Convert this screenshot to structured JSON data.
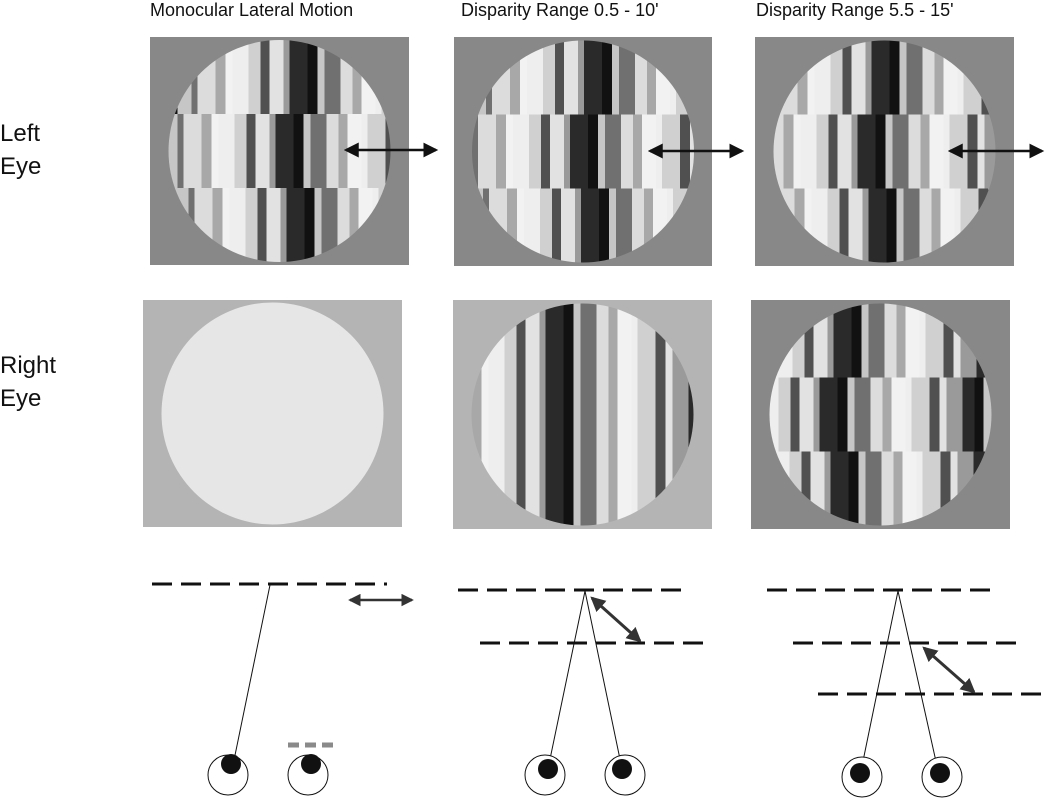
{
  "column_titles": {
    "monocular": "Monocular Lateral Motion",
    "disparity_small": "Disparity Range 0.5 - 10'",
    "disparity_large": "Disparity Range 5.5 - 15'"
  },
  "row_labels": {
    "left_eye_line1": "Left",
    "left_eye_line2": "Eye",
    "right_eye_line1": "Right",
    "right_eye_line2": "Eye"
  },
  "colors": {
    "dark_bg": "#888888",
    "light_bg": "#b4b4b4",
    "blank_disc": "#e6e6e6",
    "arrow": "#111111",
    "gray_arrow": "#333333",
    "gray_dash": "#8a8a8a"
  },
  "panels": [
    {
      "id": "left-monocular",
      "background": "dark",
      "pattern": "three-band"
    },
    {
      "id": "left-disparity-small",
      "background": "dark",
      "pattern": "three-band"
    },
    {
      "id": "left-disparity-large",
      "background": "dark",
      "pattern": "three-band"
    },
    {
      "id": "right-monocular",
      "background": "light",
      "pattern": "blank"
    },
    {
      "id": "right-disparity-small",
      "background": "light",
      "pattern": "uniform"
    },
    {
      "id": "right-disparity-large",
      "background": "dark",
      "pattern": "three-band"
    }
  ]
}
